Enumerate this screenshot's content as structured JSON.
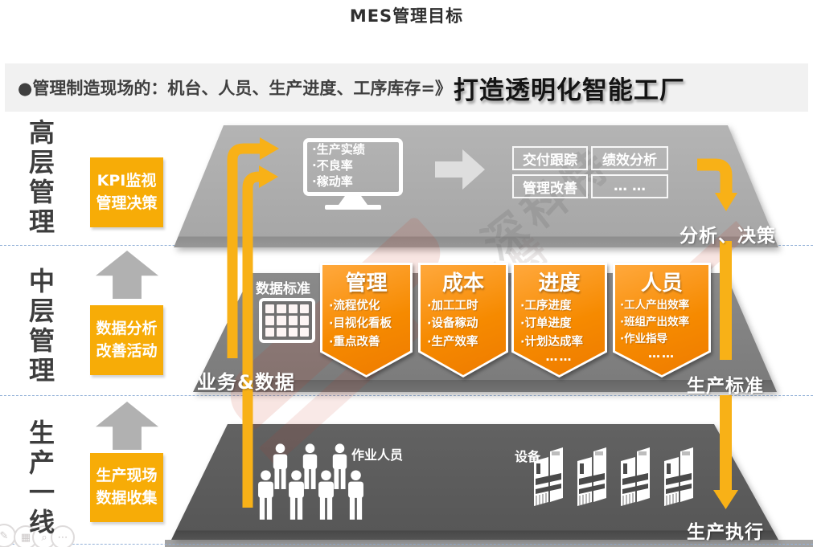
{
  "page_title": "MES管理目标",
  "header": {
    "lead": "●管理制造现场的：机台、人员、生产进度、工序库存=》",
    "highlight": "打造透明化智能工厂"
  },
  "left_rail": {
    "levels": [
      {
        "label": "高层管理",
        "box": "KPI监视\n管理决策"
      },
      {
        "label": "中层管理",
        "box": "数据分析\n改善活动"
      },
      {
        "label": "生产一线",
        "box": "生产现场\n数据收集"
      }
    ]
  },
  "top_layer": {
    "monitor_lines": "·生产实绩\n·不良率\n·稼动率",
    "boxes": [
      "交付跟踪",
      "绩效分析",
      "管理改善",
      "… …"
    ],
    "corner_label": "分析、决策"
  },
  "middle_layer": {
    "data_standard_label": "数据标准",
    "left_label": "业务&数据",
    "corner_label": "生产标准",
    "banners": [
      {
        "title": "管理",
        "items": "·流程优化\n·目视化看板\n·重点改善",
        "more": ""
      },
      {
        "title": "成本",
        "items": "·加工工时\n·设备稼动\n·生产效率",
        "more": ""
      },
      {
        "title": "进度",
        "items": "·工序进度\n·订单进度\n·计划达成率",
        "more": "……"
      },
      {
        "title": "人员",
        "items": "·工人产出效率\n·班组产出效率\n·作业指导",
        "more": "……"
      }
    ]
  },
  "bottom_layer": {
    "workers_label": "作业人员",
    "equipment_label": "设备",
    "corner_label": "生产执行"
  },
  "watermark": {
    "text": "深科特",
    "icons": [
      "✎",
      "▦",
      "⌕",
      "⋯"
    ]
  },
  "colors": {
    "accent_orange": "#F7AC07",
    "banner_orange": "#F68A00",
    "arrow_gold": "#F8B117",
    "layer_top": "#ABABAB",
    "layer_middle": "#7F7F7F",
    "layer_bottom": "#595959",
    "divider_blue": "#93B1D8"
  }
}
